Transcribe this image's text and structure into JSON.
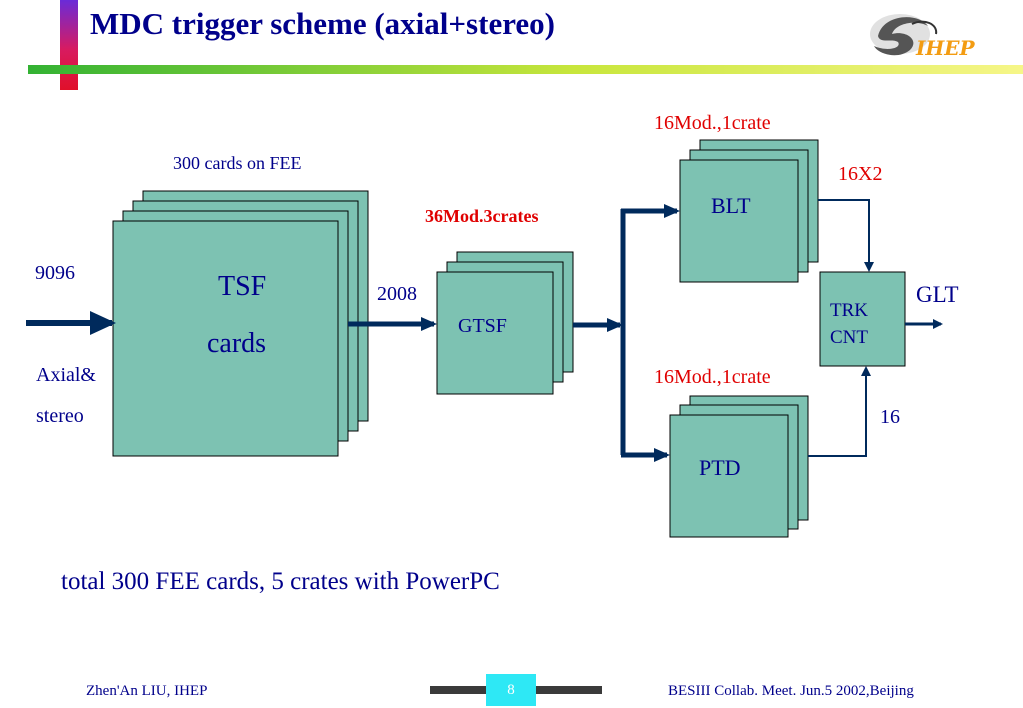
{
  "slide": {
    "title": "MDC trigger scheme (axial+stereo)",
    "logo_text": "IHEP",
    "caption": "total 300 FEE cards, 5 crates with PowerPC",
    "footer_left": "Zhen'An LIU, IHEP",
    "footer_right": "BESIII Collab. Meet. Jun.5 2002,Beijing",
    "page_number": "8"
  },
  "diagram": {
    "tsf_box": {
      "line1": "TSF",
      "line2": "cards",
      "note": "300 cards on FEE"
    },
    "gtsf_box": {
      "label": "GTSF",
      "note": "36Mod.3crates"
    },
    "blt_box": {
      "label": "BLT",
      "note": "16Mod.,1crate"
    },
    "ptd_box": {
      "label": "PTD",
      "note": "16Mod.,1crate"
    },
    "trk_box": {
      "line1": "TRK",
      "line2": "CNT"
    },
    "input_count": "9096",
    "input_type_line1": "Axial&",
    "input_type_line2": "stereo",
    "tsf_to_gtsf": "2008",
    "blt_to_trk": "16X2",
    "ptd_to_trk": "16",
    "output": "GLT"
  },
  "colors": {
    "title": "#00008b",
    "box_fill": "#7dc2b2",
    "arrow": "#002a5c",
    "red_note": "#e00000"
  }
}
